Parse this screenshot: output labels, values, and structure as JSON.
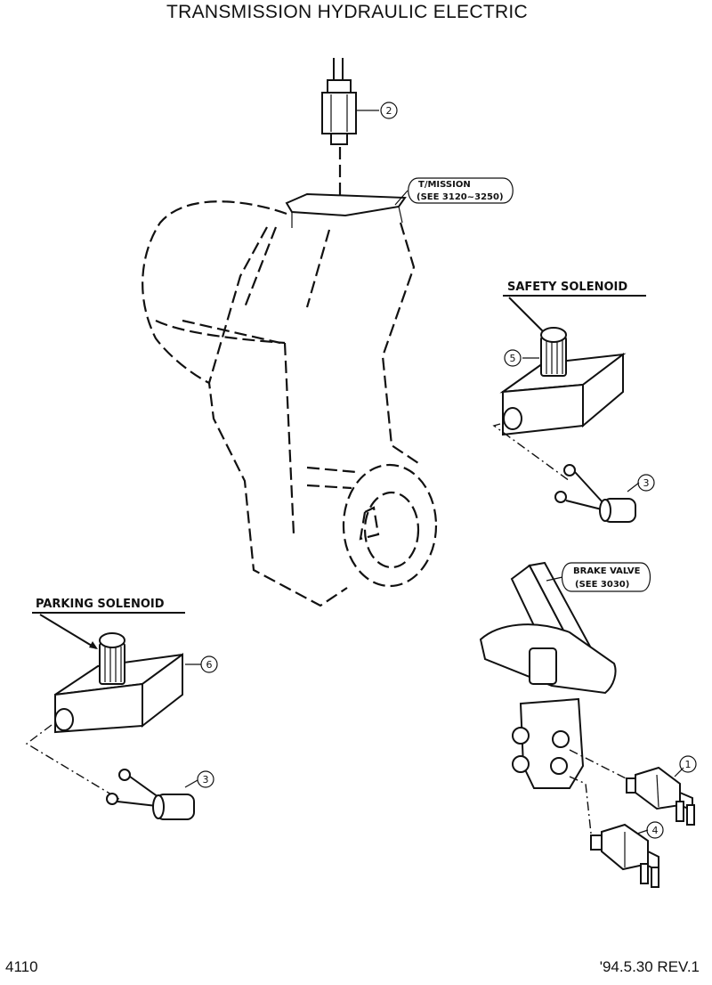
{
  "header": {
    "title": "TRANSMISSION HYDRAULIC ELECTRIC"
  },
  "footer": {
    "page_number": "4110",
    "revision": "'94.5.30 REV.1"
  },
  "references": {
    "transmission_line1": "T/MISSION",
    "transmission_line2": "(SEE 3120~3250)",
    "brake_line1": "BRAKE VALVE",
    "brake_line2": "(SEE 3030)"
  },
  "labels": {
    "safety_solenoid": "SAFETY SOLENOID",
    "parking_solenoid": "PARKING SOLENOID"
  },
  "callouts": {
    "c1": "1",
    "c2": "2",
    "c3a": "3",
    "c3b": "3",
    "c4": "4",
    "c5": "5",
    "c6": "6"
  }
}
